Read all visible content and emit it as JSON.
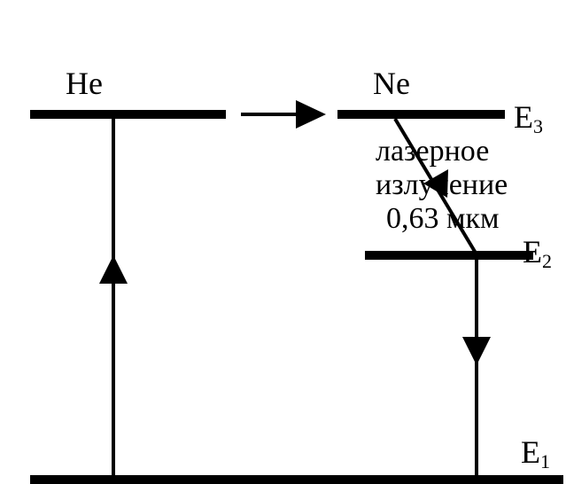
{
  "atoms": {
    "he": "He",
    "ne": "Ne"
  },
  "levels": {
    "e3": {
      "base": "E",
      "sub": "3"
    },
    "e2": {
      "base": "E",
      "sub": "2"
    },
    "e1": {
      "base": "E",
      "sub": "1"
    }
  },
  "emission": {
    "line1": "лазерное",
    "line2": "излучение",
    "line3": "0,63 мкм"
  },
  "colors": {
    "ink": "#000000",
    "background": "#ffffff"
  }
}
